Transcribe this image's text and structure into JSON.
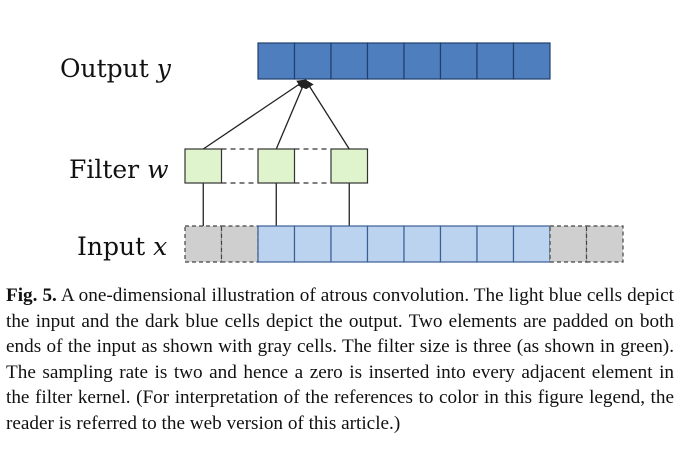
{
  "figure": {
    "labels": {
      "output_word": "Output",
      "output_var": "y",
      "filter_word": "Filter",
      "filter_var": "w",
      "input_word": "Input",
      "input_var": "x"
    },
    "output_cell_count": 8,
    "filter_cells": [
      "tap",
      "zero",
      "tap",
      "zero",
      "tap"
    ],
    "input_cells": [
      "pad",
      "pad",
      "input",
      "input",
      "input",
      "input",
      "input",
      "input",
      "input",
      "input",
      "pad",
      "pad"
    ],
    "colors": {
      "output_fill": "#4f7ebf",
      "output_stroke": "#1f3f6e",
      "filter_fill": "#dff3cc",
      "input_fill": "#bcd3ef",
      "input_stroke": "#3a5e95",
      "pad_fill": "#cfcfcf",
      "line": "#222222"
    }
  },
  "caption": {
    "label": "Fig. 5.",
    "text": "A one-dimensional illustration of atrous convolution. The light blue cells depict the input and the dark blue cells depict the output. Two elements are padded on both ends of the input as shown with gray cells. The filter size is three (as shown in green). The sampling rate is two and hence a zero is inserted into every adjacent element in the filter kernel. (For interpretation of the references to color in this figure legend, the reader is referred to the web version of this article.)"
  }
}
